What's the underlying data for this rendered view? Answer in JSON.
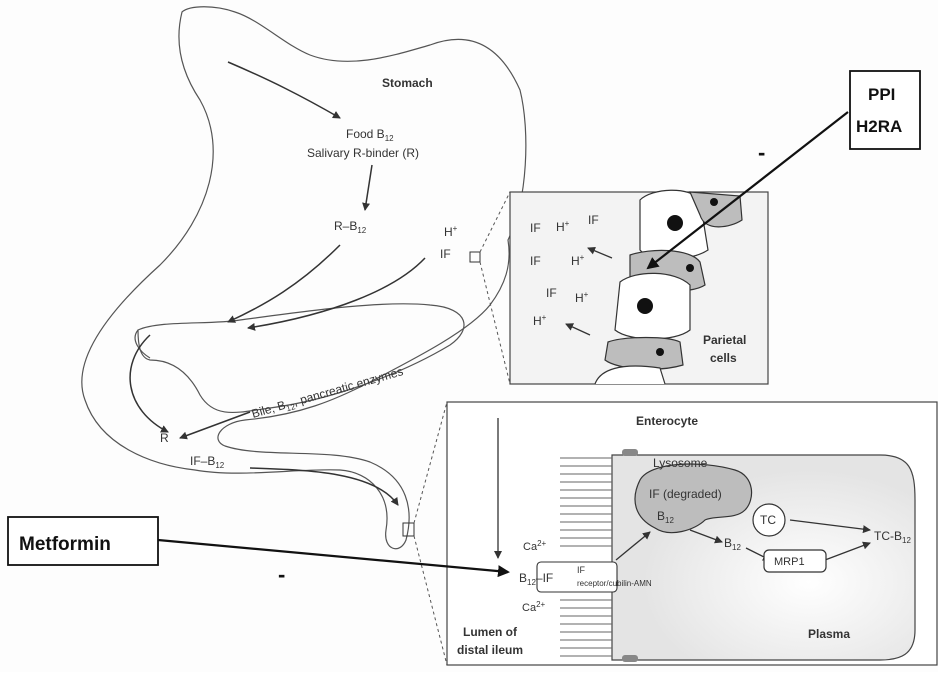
{
  "labels": {
    "stomach": "Stomach",
    "food_b12": "Food B",
    "food_b12_sub": "12",
    "salivary": "Salivary R-binder (R)",
    "r_b12": "R–B",
    "r_b12_sub": "12",
    "h_plus": "H",
    "h_plus_sup": "+",
    "if": "IF",
    "bile_prefix": "Bile, B",
    "bile_sub": "12",
    "bile_suffix": ", pancreatic enzymes",
    "r": "R",
    "if_b12": "IF–B",
    "if_b12_sub": "12",
    "parietal_1": "Parietal",
    "parietal_2": "cells",
    "enterocyte": "Enterocyte",
    "lysosome": "Lysosome",
    "if_degraded": "IF (degraded)",
    "b12_a": "B",
    "b12_a_sub": "12",
    "b12_b": "B",
    "b12_b_sub": "12",
    "tc": "TC",
    "tc_b12": "TC-B",
    "tc_b12_sub": "12",
    "mrp1": "MRP1",
    "ca": "Ca",
    "ca_sup": "2+",
    "b12_if": "B",
    "b12_if_sub": "12",
    "b12_if_suffix": "–IF",
    "if_receptor_1": "IF",
    "if_receptor_2": "receptor/cubilin-AMN",
    "lumen_1": "Lumen of",
    "lumen_2": "distal ileum",
    "plasma": "Plasma",
    "box_ppi_1": "PPI",
    "box_ppi_2": "H2RA",
    "box_metformin": "Metformin",
    "minus": "-"
  },
  "colors": {
    "line": "#333333",
    "cell_grey": "#b9b9b9",
    "nucleus": "#111111",
    "panel_bg": "#f2f2f2"
  }
}
